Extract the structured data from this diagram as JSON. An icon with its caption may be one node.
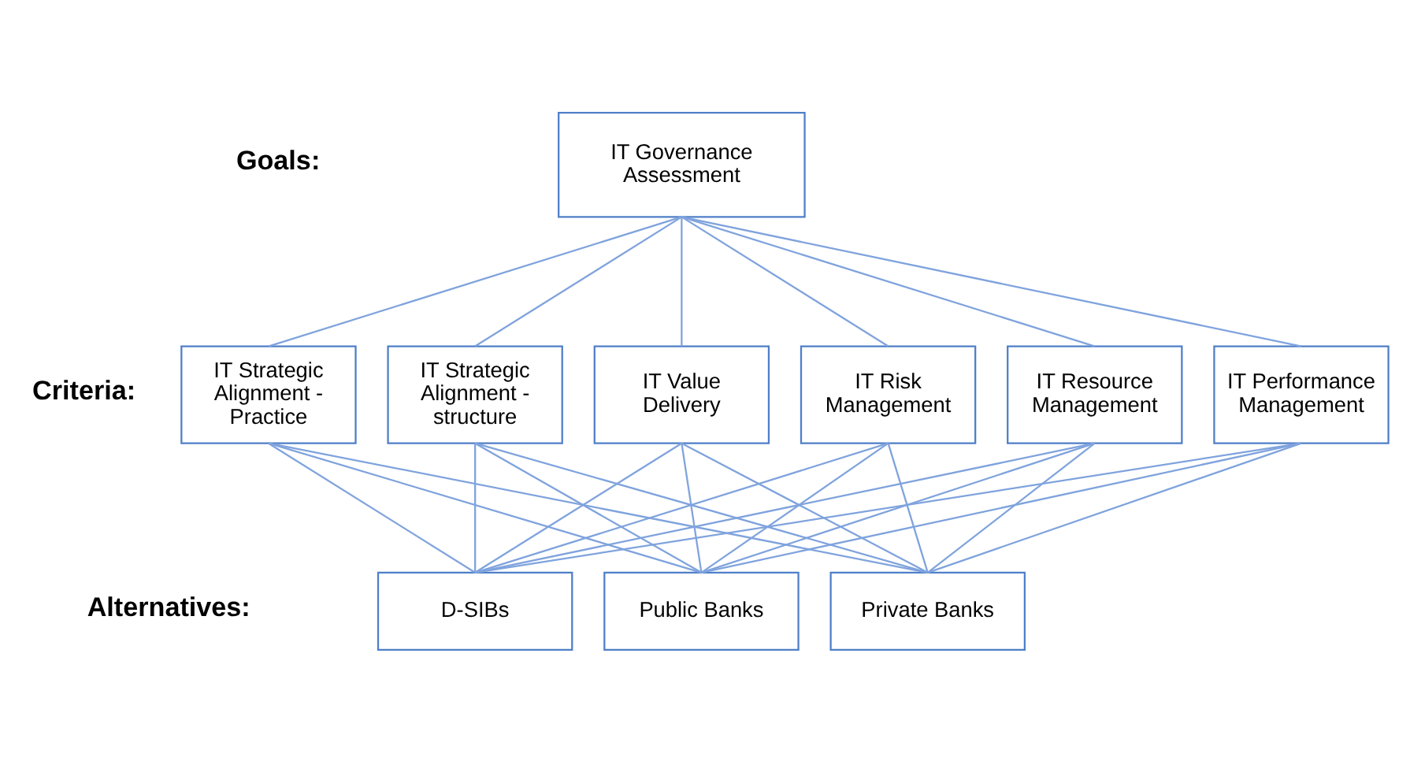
{
  "diagram": {
    "nodes": [
      {
        "text": [
          "IT Governance Assessment"
        ]
      },
      {
        "text": [
          "IT Strategic Alignment - Practice"
        ]
      },
      {
        "text": [
          "IT Strategic Alignment - structure"
        ]
      },
      {
        "text": [
          "IT Value Delivery"
        ]
      },
      {
        "text": [
          "IT Risk Management"
        ]
      },
      {
        "text": [
          "IT Resource Management"
        ]
      },
      {
        "text": [
          "IT Performance Management"
        ]
      },
      {
        "text": [
          "D-SIBs"
        ]
      },
      {
        "text": [
          "Public Banks"
        ]
      },
      {
        "text": [
          "Private Banks"
        ]
      }
    ],
    "edges": [
      {
        "from": 0,
        "to": 1,
        "arrow": "none"
      },
      {
        "from": 0,
        "to": 2,
        "arrow": "none"
      },
      {
        "from": 0,
        "to": 3,
        "arrow": "none"
      },
      {
        "from": 0,
        "to": 4,
        "arrow": "none"
      },
      {
        "from": 0,
        "to": 5,
        "arrow": "none"
      },
      {
        "from": 0,
        "to": 6,
        "arrow": "none"
      },
      {
        "from": 1,
        "to": 7,
        "arrow": "none"
      },
      {
        "from": 1,
        "to": 8,
        "arrow": "none"
      },
      {
        "from": 1,
        "to": 9,
        "arrow": "none"
      },
      {
        "from": 2,
        "to": 7,
        "arrow": "none"
      },
      {
        "from": 2,
        "to": 8,
        "arrow": "none"
      },
      {
        "from": 2,
        "to": 9,
        "arrow": "none"
      },
      {
        "from": 3,
        "to": 7,
        "arrow": "none"
      },
      {
        "from": 3,
        "to": 8,
        "arrow": "none"
      },
      {
        "from": 3,
        "to": 9,
        "arrow": "none"
      },
      {
        "from": 4,
        "to": 7,
        "arrow": "none"
      },
      {
        "from": 4,
        "to": 8,
        "arrow": "none"
      },
      {
        "from": 4,
        "to": 9,
        "arrow": "none"
      },
      {
        "from": 5,
        "to": 7,
        "arrow": "none"
      },
      {
        "from": 5,
        "to": 8,
        "arrow": "none"
      },
      {
        "from": 5,
        "to": 9,
        "arrow": "none"
      },
      {
        "from": 6,
        "to": 7,
        "arrow": "none"
      },
      {
        "from": 6,
        "to": 8,
        "arrow": "none"
      },
      {
        "from": 6,
        "to": 9,
        "arrow": "none"
      }
    ],
    "labels": [
      "Goals:",
      "Criteria:",
      "Alternatives:"
    ]
  }
}
